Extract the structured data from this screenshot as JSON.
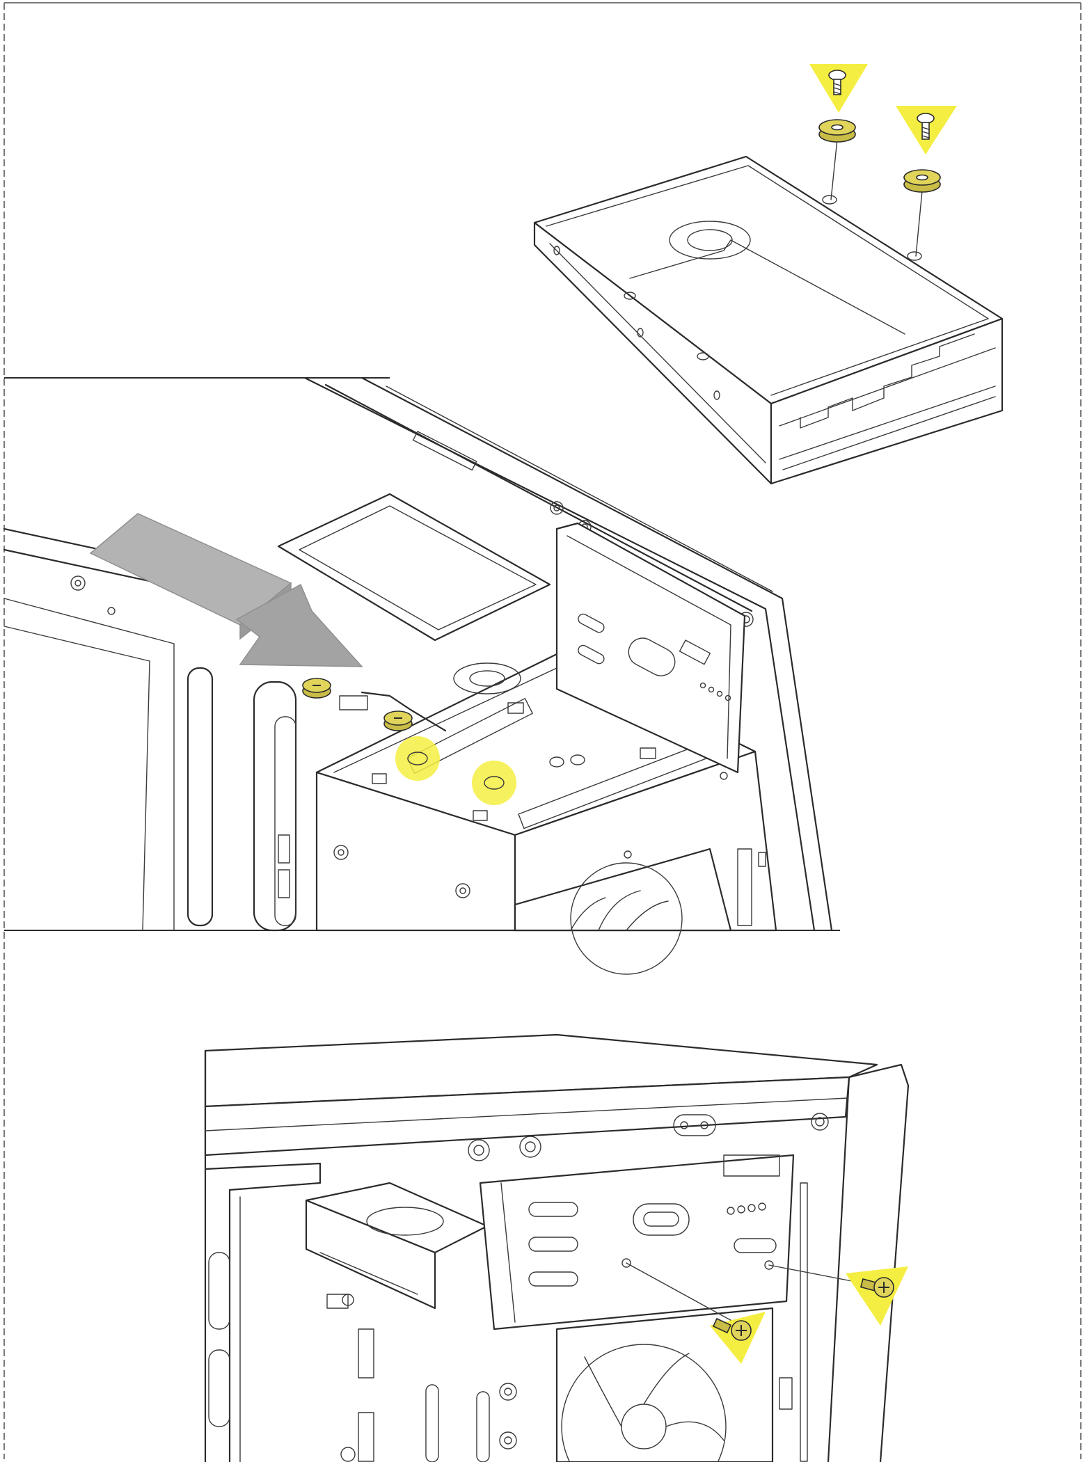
{
  "colors": {
    "line": "#2b2b2b",
    "highlight": "#f5ee42",
    "screw": "#c9bd47",
    "arrow": "#b3b3b3",
    "arrow_edge": "#8f8f8f",
    "background": "#ffffff",
    "border": "#7a7a7a"
  },
  "icons": {
    "arrow": "right-diagonal-arrow",
    "screw": "screw-icon",
    "grommet": "rubber-grommet-icon",
    "highlight_triangle": "highlight-triangle",
    "highlight_dot": "highlight-circle"
  }
}
